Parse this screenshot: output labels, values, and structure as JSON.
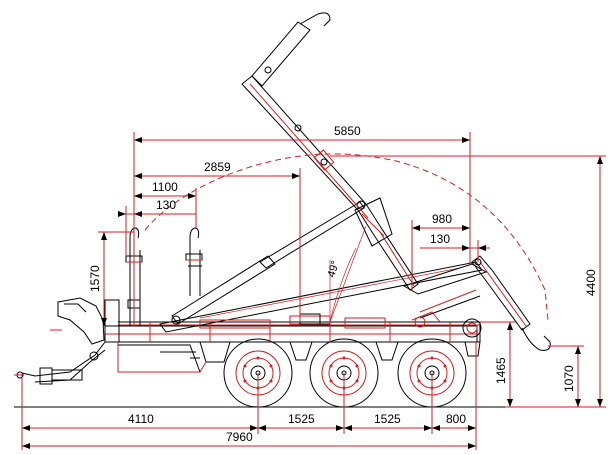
{
  "dimensions": {
    "horizontal": {
      "d5850": "5850",
      "d2859": "2859",
      "d1100": "1100",
      "d130_left": "130",
      "d980": "980",
      "d130_right": "130",
      "d4110": "4110",
      "d1525_a": "1525",
      "d1525_b": "1525",
      "d800": "800",
      "d7960": "7960"
    },
    "vertical": {
      "d1570": "1570",
      "d1465": "1465",
      "d1070": "1070",
      "d4400": "4400"
    },
    "angle": "49°"
  },
  "colors": {
    "dimension": "#d81e1e",
    "outline": "#000000",
    "background": "#ffffff"
  }
}
